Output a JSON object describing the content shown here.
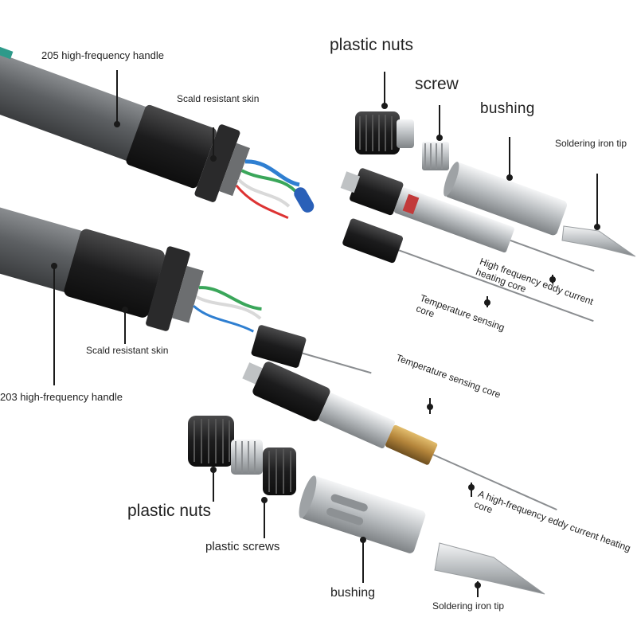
{
  "labels": {
    "handle_205": "205 high-frequency handle",
    "skin_top": "Scald resistant skin",
    "plastic_nuts_top": "plastic nuts",
    "screw_top": "screw",
    "bushing_top": "bushing",
    "tip_top": "Soldering iron tip",
    "heating_core_top": "High frequency eddy current heating core",
    "temp_core_top": "Temperature sensing core",
    "skin_bottom": "Scald resistant skin",
    "handle_203": "203 high-frequency handle",
    "temp_core_bottom": "Temperature sensing core",
    "heating_core_bottom": "A high-frequency eddy current heating core",
    "plastic_nuts_bottom": "plastic nuts",
    "plastic_screws_bottom": "plastic screws",
    "bushing_bottom": "bushing",
    "tip_bottom": "Soldering iron tip"
  },
  "colors": {
    "handle_gray": "#5f6265",
    "grip_black": "#1f1f20",
    "accent_teal": "#2e9a8a",
    "steel": "#c9ccce",
    "brass": "#b98a3c",
    "leader": "#1a1a1a"
  }
}
